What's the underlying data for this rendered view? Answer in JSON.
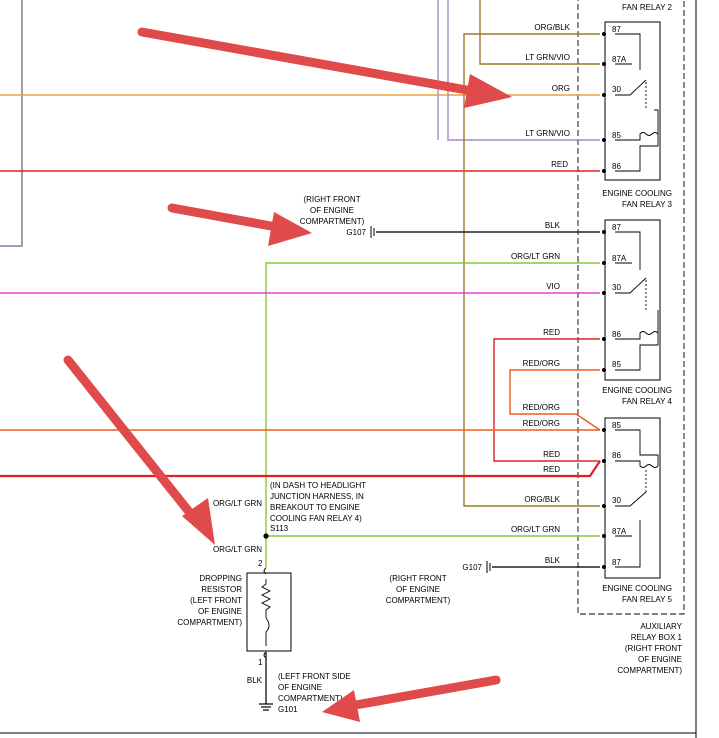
{
  "colors": {
    "org": "#e8a33a",
    "org_blk": "#9c7a2a",
    "lt_grn_vio": "#a58ac8",
    "red": "#e02020",
    "red_org": "#f05a1e",
    "org_lt_grn": "#8cc63f",
    "vio": "#e040e0",
    "blk": "#222222",
    "arrow": "#e04a4a"
  },
  "relays": {
    "relay2": {
      "label": "FAN RELAY 2"
    },
    "relay3": {
      "label_1": "ENGINE COOLING",
      "label_2": "FAN RELAY 3"
    },
    "relay4": {
      "label_1": "ENGINE COOLING",
      "label_2": "FAN RELAY 4"
    },
    "relay5": {
      "label_1": "ENGINE COOLING",
      "label_2": "FAN RELAY 5"
    }
  },
  "pins": {
    "p87": "87",
    "p87a": "87A",
    "p30": "30",
    "p85": "85",
    "p86": "86"
  },
  "wires": {
    "org_blk": "ORG/BLK",
    "lt_grn_vio": "LT GRN/VIO",
    "org": "ORG",
    "red": "RED",
    "blk": "BLK",
    "org_lt_grn": "ORG/LT GRN",
    "vio": "VIO",
    "red_org": "RED/ORG"
  },
  "grounds": {
    "g107_top": {
      "id": "G107",
      "note": [
        "(RIGHT FRONT",
        "OF ENGINE",
        "COMPARTMENT)"
      ]
    },
    "g107_bottom": {
      "id": "G107",
      "note": [
        "(RIGHT FRONT",
        "OF ENGINE",
        "COMPARTMENT)"
      ]
    },
    "g101": {
      "id": "G101",
      "note": [
        "(LEFT FRONT SIDE",
        "OF ENGINE",
        "COMPARTMENT)"
      ]
    }
  },
  "splice": {
    "id": "S113",
    "note": [
      "(IN DASH TO HEADLIGHT",
      "JUNCTION HARNESS, IN",
      "BREAKOUT TO ENGINE",
      "COOLING FAN RELAY 4)"
    ]
  },
  "resistor": {
    "label": [
      "DROPPING",
      "RESISTOR",
      "(LEFT FRONT",
      "OF ENGINE",
      "COMPARTMENT)"
    ],
    "pin_top": "2",
    "pin_bottom": "1"
  },
  "aux_box": {
    "label": [
      "AUXILIARY",
      "RELAY BOX 1",
      "(RIGHT FRONT",
      "OF ENGINE",
      "COMPARTMENT)"
    ]
  }
}
